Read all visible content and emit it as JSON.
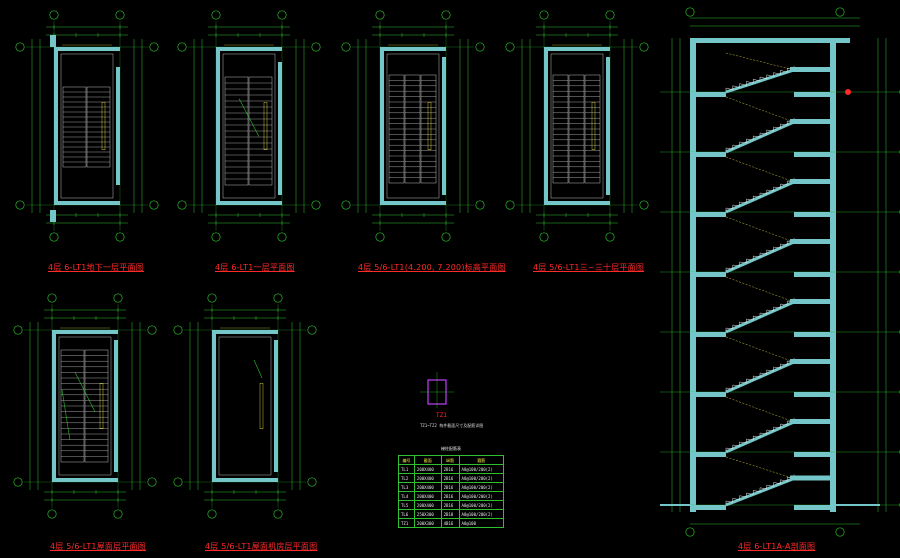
{
  "drawings": {
    "plan1_title": "4层 6-LT1地下一层平面图",
    "plan2_title": "4层 6-LT1一层平面图",
    "plan3_title": "4层 5/6-LT1(4.200, 7.200)标高平面图",
    "plan4_title": "4层 5/6-LT1三~三十层平面图",
    "plan5_title": "4层 5/6-LT1屋面层平面图",
    "plan6_title": "4层 5/6-LT1屋面机房层平面图",
    "section_title": "4层 6-LT1A-A剖面图",
    "detail_label": "TZ1",
    "detail_note": "TZ1~TZ2 构件截面尺寸及配筋详图"
  },
  "table": {
    "caption": "梯柱配筋表",
    "headers": [
      "编号",
      "截面",
      "纵筋",
      "箍筋"
    ],
    "rows": [
      [
        "TL1",
        "200X400",
        "2B16",
        "A8@100/200(2)"
      ],
      [
        "TL2",
        "200X400",
        "2B16",
        "A8@100/200(2)"
      ],
      [
        "TL3",
        "200X400",
        "2B16",
        "A8@100/200(2)"
      ],
      [
        "TL4",
        "200X400",
        "2B16",
        "A8@100/200(2)"
      ],
      [
        "TL5",
        "200X400",
        "2B16",
        "A8@100/200(2)"
      ],
      [
        "TL6",
        "250X300",
        "2B18",
        "A8@100/200(2)"
      ],
      [
        "TZ1",
        "200X300",
        "4B16",
        "A8@100"
      ]
    ]
  },
  "colors": {
    "background": "#000000",
    "wall": "#74c6c8",
    "dimension": "#2fbf2f",
    "annotation": "#ffee44",
    "axis_bubble": "#2fbf2f",
    "title": "#ff2a2a",
    "stair": "#e8e8e8",
    "detail": "#c040ff"
  }
}
